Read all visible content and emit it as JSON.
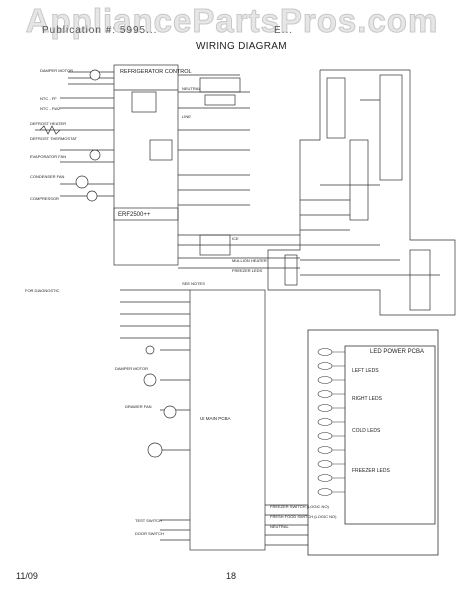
{
  "watermark": "AppliancePartsPros.com",
  "header": {
    "left": "Publication #: 5995...",
    "right": "E...",
    "title": "WIRING DIAGRAM"
  },
  "footer": {
    "date": "11/09",
    "page": "18"
  },
  "upper_diagram": {
    "main_board": "REFRIGERATOR CONTROL",
    "board_id": "ERF2500++",
    "left_components": [
      "DAMPER MOTOR",
      "NTC - FF",
      "NTC - FWZ",
      "DEFROST HEATER",
      "DEFROST THERMOSTAT",
      "EVAPORATOR FAN",
      "CONDENSER FAN",
      "COMPRESSOR"
    ],
    "right_terminals": [
      "NEUTRAL",
      "LINE",
      "ICE",
      "MULLION HEATER",
      "FREEZER LEDS"
    ],
    "notes": [
      "SEE NOTES"
    ]
  },
  "lower_diagram": {
    "board": "UI MAIN PCBA",
    "left_notes_header": "FOR DIAGNOSTIC",
    "components": [
      "DAMPER MOTOR",
      "DRAWER FAN"
    ],
    "bottom_labels": [
      "TEST SWITCH",
      "DOOR SWITCH"
    ]
  },
  "led_panel": {
    "title": "LED POWER PCBA",
    "sections": [
      "LEFT LEDS",
      "RIGHT LEDS",
      "COLD LEDS",
      "FREEZER LEDS"
    ],
    "bottom_labels": [
      "FREEZER SWITCH (LOGIC NO)",
      "FRESH FOOD SWITCH (LOGIC NO)",
      "NEUTRAL"
    ]
  }
}
